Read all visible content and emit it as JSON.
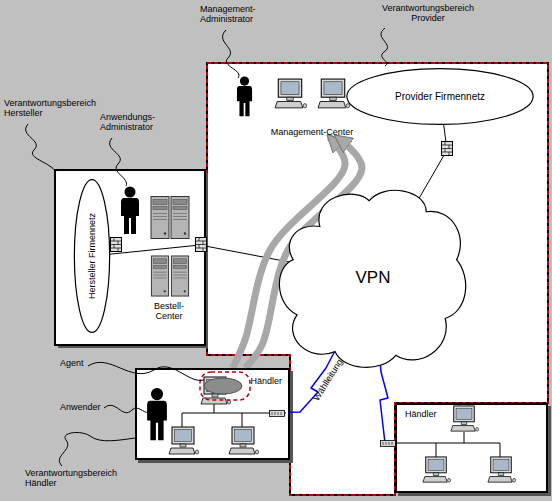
{
  "diagram": {
    "nodes": [
      {
        "text": [
          "Management-Center"
        ]
      },
      {
        "text": [
          "Provider Firmennetz"
        ]
      },
      {
        "text": [
          "Hersteller Firmennetz"
        ]
      },
      {
        "text": [
          "Bestell- Center"
        ]
      },
      {
        "text": [
          "VPN"
        ]
      },
      {
        "text": [
          "Händler"
        ]
      },
      {
        "text": [
          "Händler"
        ]
      }
    ],
    "edges": [
      {
        "from": 2,
        "to": 4,
        "arrow": "none"
      },
      {
        "from": 1,
        "to": 4,
        "arrow": "none"
      },
      {
        "from": 5,
        "to": 4,
        "label": "Wählleitung",
        "arrow": "none"
      },
      {
        "from": 6,
        "to": 4,
        "arrow": "none"
      },
      {
        "from": 5,
        "to": 0,
        "arrow": "to"
      },
      {
        "from": 5,
        "to": 0,
        "arrow": "to"
      }
    ],
    "labels": [
      "Management- Administrator",
      "Verantwortungsbereich Provider",
      "Verantwortungsbereich Hersteller",
      "Anwendungs- Administrator",
      "Agent",
      "Anwender",
      "Verantwortungsbereich Händler"
    ]
  }
}
